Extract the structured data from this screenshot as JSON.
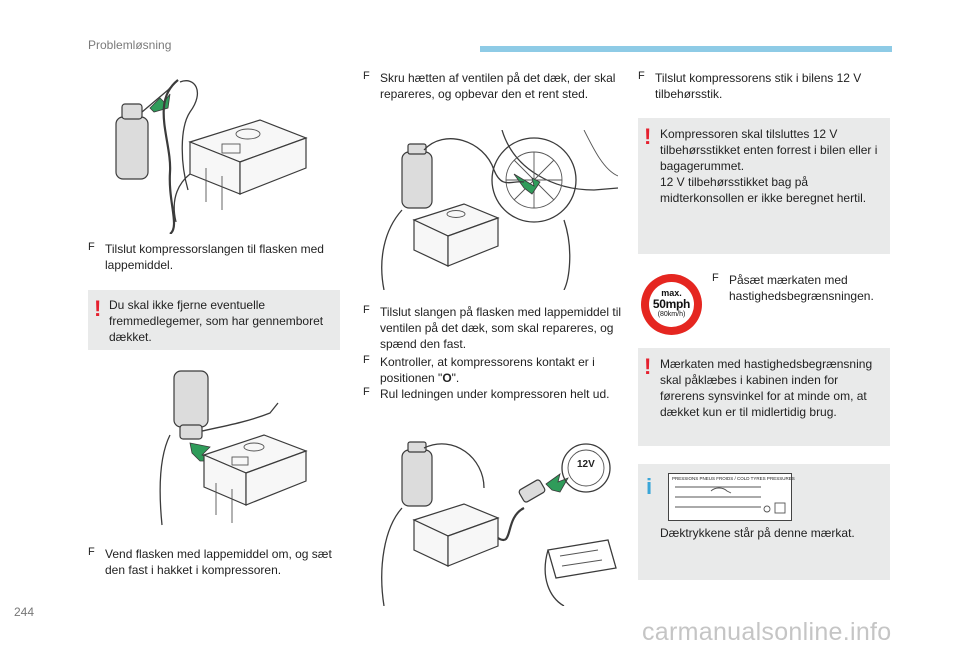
{
  "header": {
    "section_title": "Problemløsning"
  },
  "page_number": "244",
  "watermark": "carmanualsonline.info",
  "bullet_symbol": "F",
  "col1": {
    "step1": "Tilslut kompressorslangen til flasken med lappemiddel.",
    "warning": "Du skal ikke fjerne eventuelle fremmedlegemer, som har gennemboret dækket.",
    "step2": "Vend flasken med lappemiddel om, og sæt den fast i hakket i kompressoren."
  },
  "col2": {
    "step1": "Skru hætten af ventilen på det dæk, der skal repareres, og opbevar den et rent sted.",
    "step2": "Tilslut slangen på flasken med lappemiddel til ventilen på det dæk, som skal repareres, og spænd den fast.",
    "step3_pre": "Kontroller, at kompressorens kontakt er i positionen \"",
    "step3_switch": "O",
    "step3_post": "\".",
    "step4": "Rul ledningen under kompressoren helt ud.",
    "socket_label": "12V"
  },
  "col3": {
    "step1": "Tilslut kompressorens stik i bilens 12 V tilbehørsstik.",
    "warning1_line1": "Kompressoren skal tilsluttes 12 V tilbehørsstikket enten forrest i bilen eller i bagagerummet.",
    "warning1_line2": "12 V tilbehørsstikket bag på midterkonsollen er ikke beregnet hertil.",
    "sign_max": "max.",
    "sign_speed": "50mph",
    "sign_kmh": "(80km/h)",
    "step2": "Påsæt mærkaten med hastighedsbegrænsningen.",
    "warning2": "Mærkaten med hastighedsbegrænsning skal påklæbes i kabinen inden for førerens synsvinkel for at minde om, at dækket kun er til midlertidig brug.",
    "info_icon": "i",
    "info_text": "Dæktrykkene står på denne mærkat.",
    "tyre_label_title": "PRESSIONS PNEUS FROIDS / COLD TYRES PRESSURES"
  },
  "icons": {
    "warning": "!",
    "colors": {
      "warning": "#e5202e",
      "info": "#3aa6d8",
      "arrow": "#2f9c5a",
      "header_bar": "#8ecbe6",
      "box": "#e9eaea"
    }
  }
}
